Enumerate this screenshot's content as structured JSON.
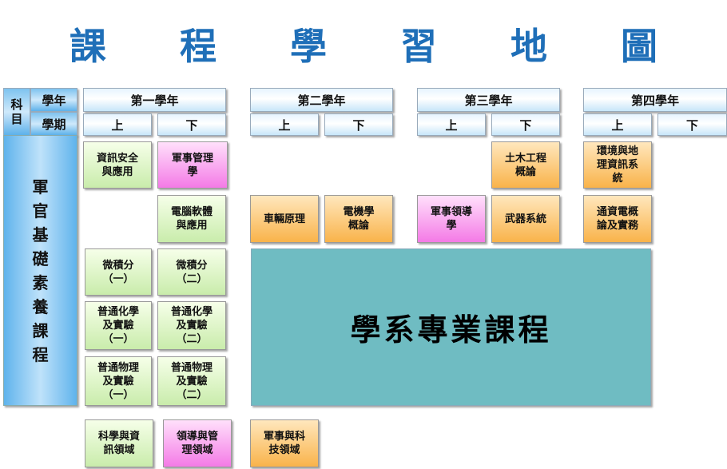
{
  "title": "課 程 學 習 地 圖",
  "header": {
    "subject_label_1": "科",
    "subject_label_2": "目",
    "year_label": "學年",
    "semester_label": "學期",
    "years": [
      "第一學年",
      "第二學年",
      "第三學年",
      "第四學年"
    ],
    "upper": "上",
    "lower": "下"
  },
  "side_label": [
    "軍",
    "官",
    "基",
    "礎",
    "素",
    "養",
    "課",
    "程"
  ],
  "courses": {
    "info_security": "資訊安全\n與應用",
    "military_mgmt": "軍事管理\n學",
    "civil_eng": "土木工程\n概論",
    "env_geo": "環境與地\n理資訊系\n統",
    "computer_sw": "電腦軟體\n與應用",
    "vehicle": "車輛原理",
    "electrical": "電機學\n概論",
    "leadership": "軍事領導\n學",
    "weapons": "武器系統",
    "telecom": "通資電概\n論及實務",
    "calculus1": "微積分\n（一）",
    "calculus2": "微積分\n（二）",
    "chem1": "普通化學\n及實驗\n（一）",
    "chem2": "普通化學\n及實驗\n（二）",
    "phys1": "普通物理\n及實驗\n（一）",
    "phys2": "普通物理\n及實驗\n（二）"
  },
  "major": "學系專業課程",
  "legend": {
    "science": "科學與資\n訊領域",
    "leadership": "領導與管\n理領域",
    "military_tech": "軍事與科\n技領域"
  }
}
